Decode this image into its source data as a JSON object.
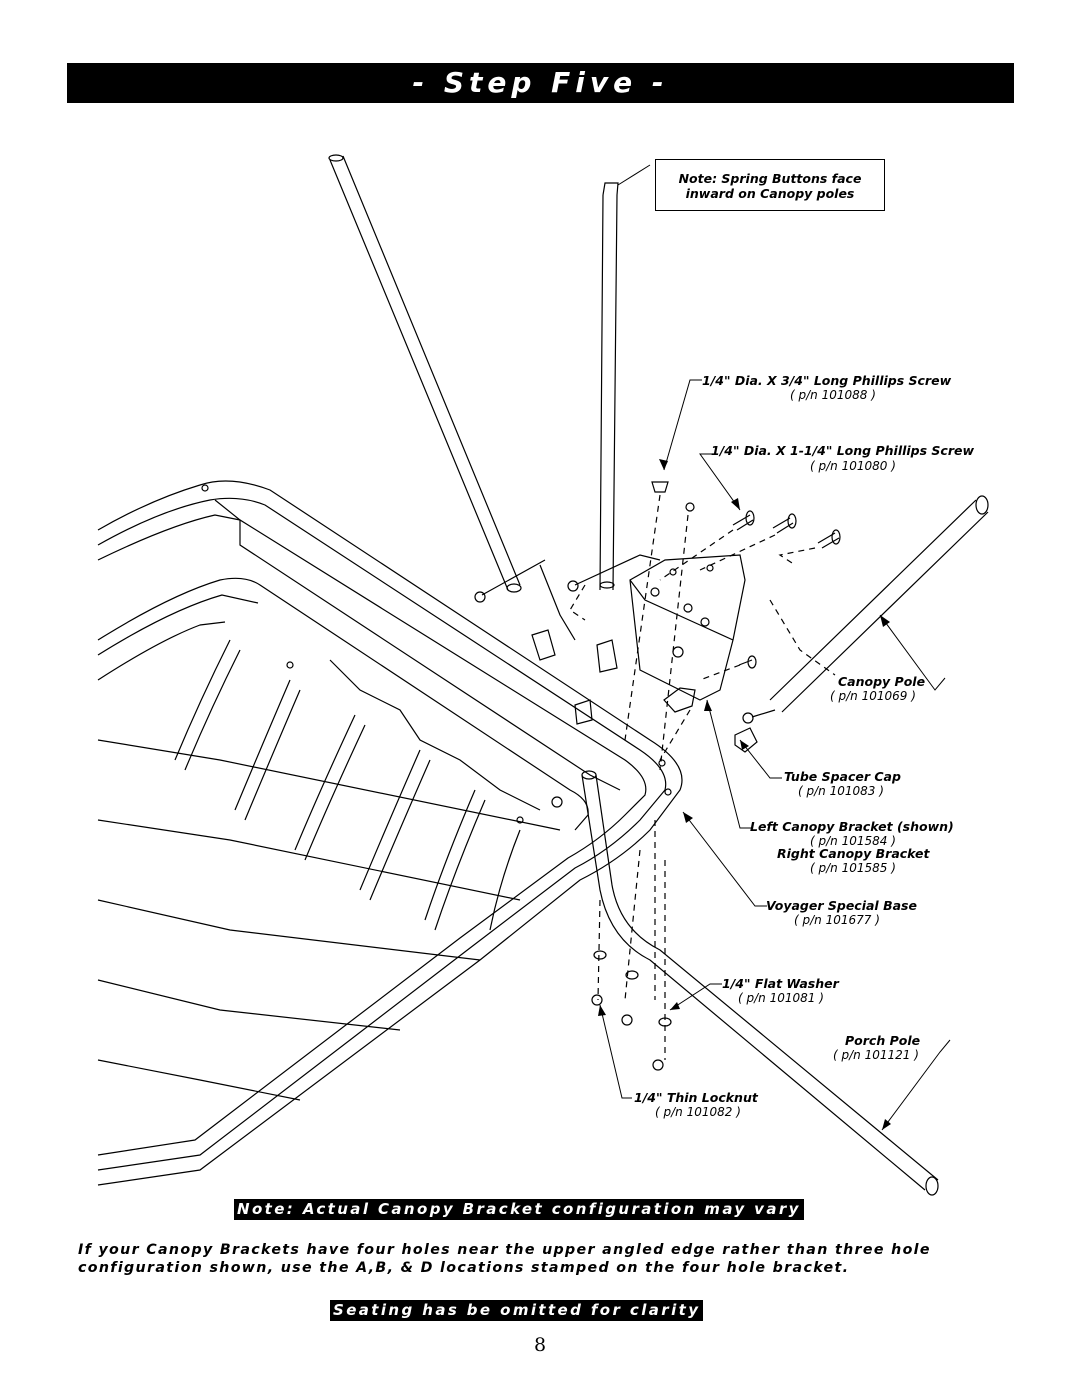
{
  "header": {
    "title": "- Step Five -"
  },
  "note_box": {
    "line1": "Note: Spring Buttons face",
    "line2": "inward on Canopy poles"
  },
  "callouts": {
    "screw_short": {
      "label": "1/4\" Dia. X 3/4\" Long Phillips Screw",
      "pn": "( p/n 101088 )"
    },
    "screw_long": {
      "label": "1/4\" Dia. X 1-1/4\" Long Phillips Screw",
      "pn": "( p/n 101080 )"
    },
    "canopy_pole": {
      "label": "Canopy Pole",
      "pn": "( p/n 101069 )"
    },
    "tube_spacer_cap": {
      "label": "Tube Spacer Cap",
      "pn": "( p/n 101083 )"
    },
    "left_bracket": {
      "label": "Left Canopy Bracket (shown)",
      "pn": "( p/n 101584 )"
    },
    "right_bracket": {
      "label": "Right Canopy Bracket",
      "pn": "( p/n 101585 )"
    },
    "base": {
      "label": "Voyager Special Base",
      "pn": "( p/n 101677 )"
    },
    "flat_washer": {
      "label": "1/4\" Flat Washer",
      "pn": "( p/n 101081 )"
    },
    "porch_pole": {
      "label": "Porch Pole",
      "pn": "( p/n 101121 )"
    },
    "thin_locknut": {
      "label": "1/4\" Thin Locknut",
      "pn": "( p/n 101082 )"
    }
  },
  "banner_config": "Note: Actual Canopy Bracket configuration may vary",
  "paragraph": "If your Canopy Brackets have four holes near the upper angled edge rather than three hole configuration shown, use the A,B, & D locations stamped on the four hole bracket.",
  "banner_seating": "Seating has be omitted for clarity",
  "page_number": "8"
}
